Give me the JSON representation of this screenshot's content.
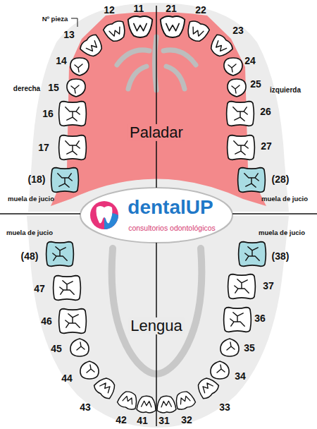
{
  "diagram": {
    "nodes": [
      {
        "text": [
          "Paladar"
        ]
      },
      {
        "text": [
          "dentalUP",
          "consultorios odontológicos"
        ]
      },
      {
        "text": [
          "Lengua"
        ]
      }
    ],
    "labels": [
      "12",
      "11",
      "21",
      "22",
      "Nº pieza",
      "13",
      "23",
      "14",
      "24",
      "derecha",
      "15",
      "25",
      "izquierda",
      "16",
      "26",
      "17",
      "27",
      "(18)",
      "(28)",
      "muela de jucio",
      "muela de jucio",
      "muela de jucio",
      "muela de jucio",
      "(48)",
      "(38)",
      "47",
      "37",
      "46",
      "36",
      "45",
      "35",
      "44",
      "34",
      "43",
      "33",
      "42",
      "41",
      "31",
      "32"
    ]
  }
}
